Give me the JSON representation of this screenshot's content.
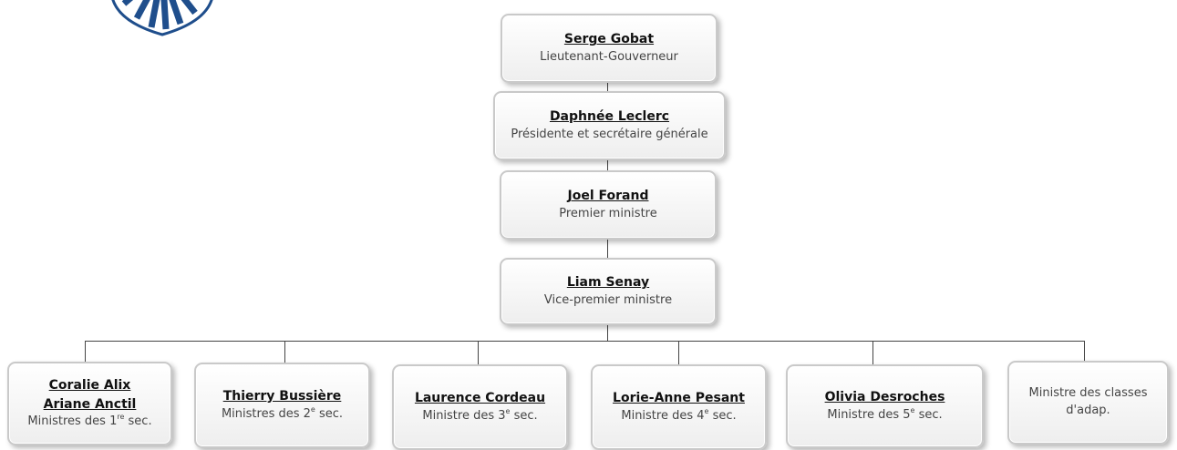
{
  "colors": {
    "logo_blue": "#1f4e8c",
    "line": "#444444",
    "box_border": "#c9c9c9"
  },
  "hierarchy": [
    {
      "name": "Serge Gobat",
      "role": "Lieutenant-Gouverneur"
    },
    {
      "name": "Daphnée Leclerc",
      "role": "Présidente et secrétaire générale"
    },
    {
      "name": "Joel Forand",
      "role": "Premier ministre"
    },
    {
      "name": "Liam Senay",
      "role": "Vice-premier ministre"
    }
  ],
  "ministers": [
    {
      "name1": "Coralie Alix",
      "name2": "Ariane Anctil",
      "role_prefix": "Ministres des 1",
      "role_sup": "re",
      "role_suffix": " sec."
    },
    {
      "name1": "Thierry Bussière",
      "role_prefix": "Ministres des 2",
      "role_sup": "e",
      "role_suffix": " sec."
    },
    {
      "name1": "Laurence Cordeau",
      "role_prefix": "Ministre des 3",
      "role_sup": "e",
      "role_suffix": " sec."
    },
    {
      "name1": "Lorie-Anne Pesant",
      "role_prefix": "Ministre des 4",
      "role_sup": "e",
      "role_suffix": " sec."
    },
    {
      "name1": "Olivia Desroches",
      "role_prefix": "Ministre des 5",
      "role_sup": "e",
      "role_suffix": " sec."
    },
    {
      "role_line1": "Ministre des classes",
      "role_line2": "d'adap."
    }
  ]
}
